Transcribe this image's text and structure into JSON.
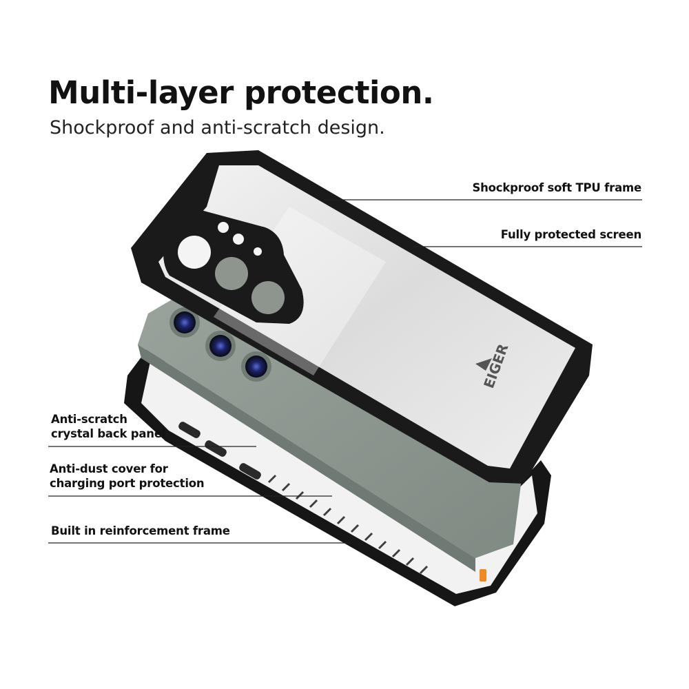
{
  "header": {
    "title": "Multi-layer protection.",
    "subtitle": "Shockproof and anti-scratch design."
  },
  "callouts": {
    "tpu_frame": {
      "lines": [
        "Shockproof soft TPU frame"
      ]
    },
    "screen": {
      "lines": [
        "Fully protected screen"
      ]
    },
    "back_panel": {
      "lines": [
        "Anti-scratch",
        "crystal back panel"
      ]
    },
    "dust_cover": {
      "lines": [
        "Anti-dust cover for",
        "charging port protection"
      ]
    },
    "reinforcement": {
      "lines": [
        "Built in reinforcement frame"
      ]
    }
  },
  "product": {
    "brand_mark": "EIGER",
    "colors": {
      "case_black": "#1c1c1c",
      "phone_green": "#8f9a93",
      "lens_blue": "#2a3a8c",
      "port_orange": "#f08a24"
    }
  }
}
